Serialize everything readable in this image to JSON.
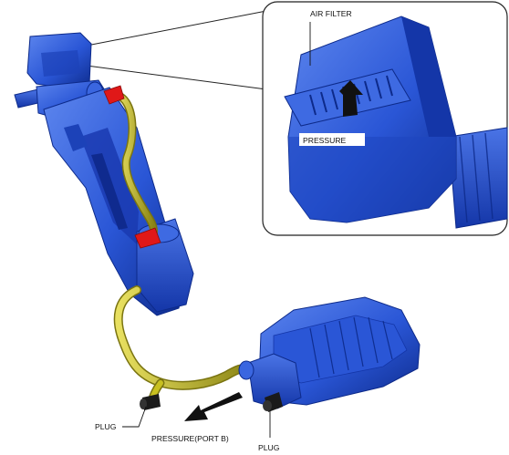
{
  "labels": {
    "air_filter": "AIR FILTER",
    "pressure_top": "PRESSURE",
    "plug_left": "PLUG",
    "pressure_port_b": "PRESSURE(PORT B)",
    "plug_bottom": "PLUG"
  },
  "colors": {
    "blue_body": "#2a56d6",
    "blue_dark": "#0d2a8a",
    "blue_light": "#5d86ee",
    "hose_yellow": "#c8c020",
    "hose_dark": "#7a7410",
    "clamp_red": "#e01818",
    "plug_black": "#1a1a1a",
    "arrow_black": "#111111",
    "inset_border": "#222222"
  }
}
